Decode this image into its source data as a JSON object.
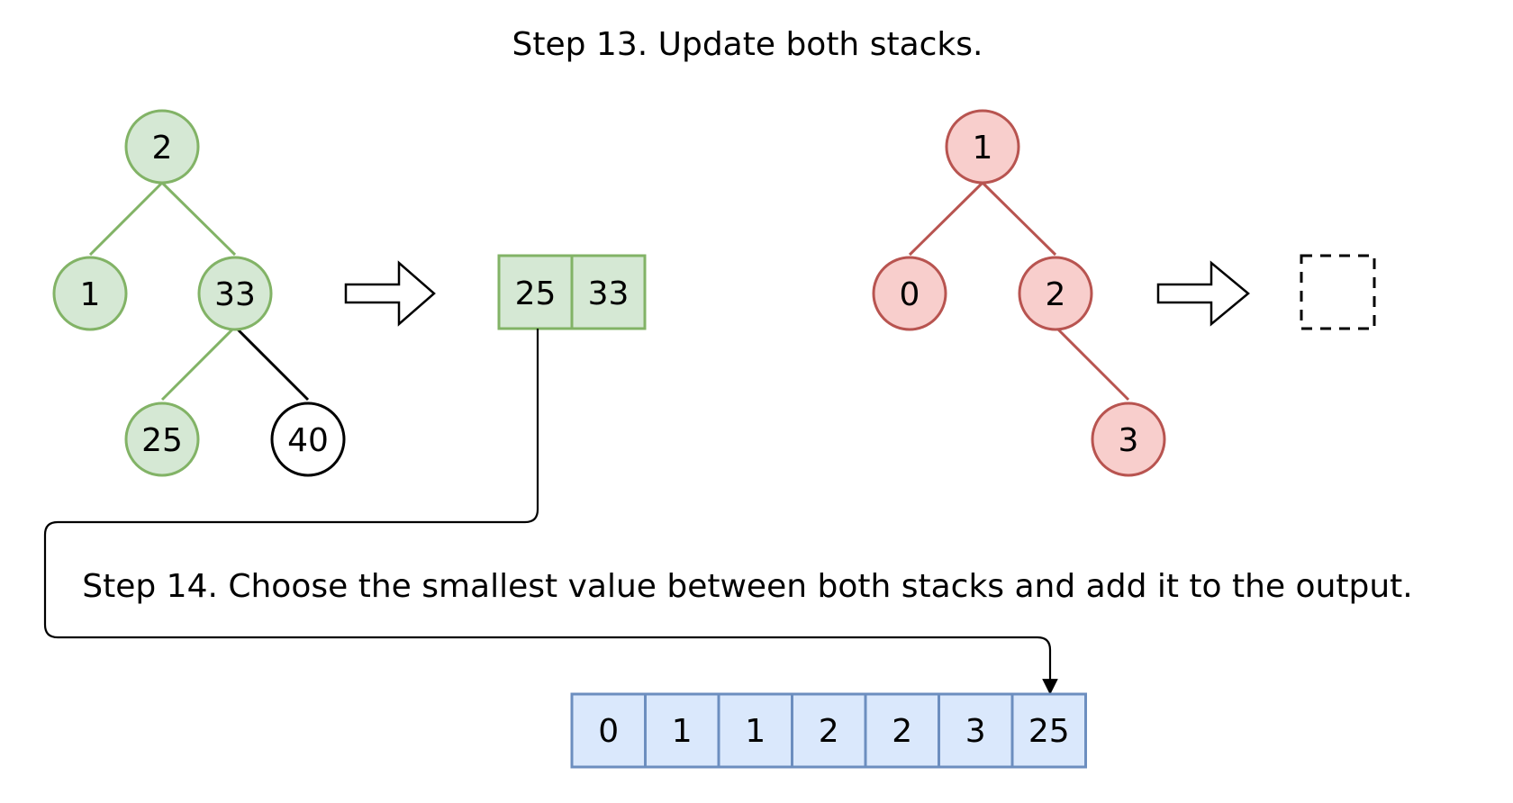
{
  "step13": {
    "title": "Step 13. Update both stacks."
  },
  "step14": {
    "title": "Step 14. Choose the smallest value between both stacks and add it to the output."
  },
  "green_tree": {
    "root": "2",
    "left": "1",
    "right": "33",
    "right_left": "25",
    "right_right": "40"
  },
  "green_stack": [
    "25",
    "33"
  ],
  "red_tree": {
    "root": "1",
    "left": "0",
    "right": "2",
    "right_right": "3"
  },
  "red_stack": [],
  "output": [
    "0",
    "1",
    "1",
    "2",
    "2",
    "3",
    "25"
  ],
  "colors": {
    "green_fill": "#d5e8d4",
    "green_stroke": "#82b366",
    "red_fill": "#f8cecc",
    "red_stroke": "#b85450",
    "blue_fill": "#dae8fc",
    "blue_stroke": "#6c8ebf",
    "black": "#000000",
    "white": "#ffffff"
  },
  "icons": {
    "process_arrow": "right-arrow-icon"
  }
}
